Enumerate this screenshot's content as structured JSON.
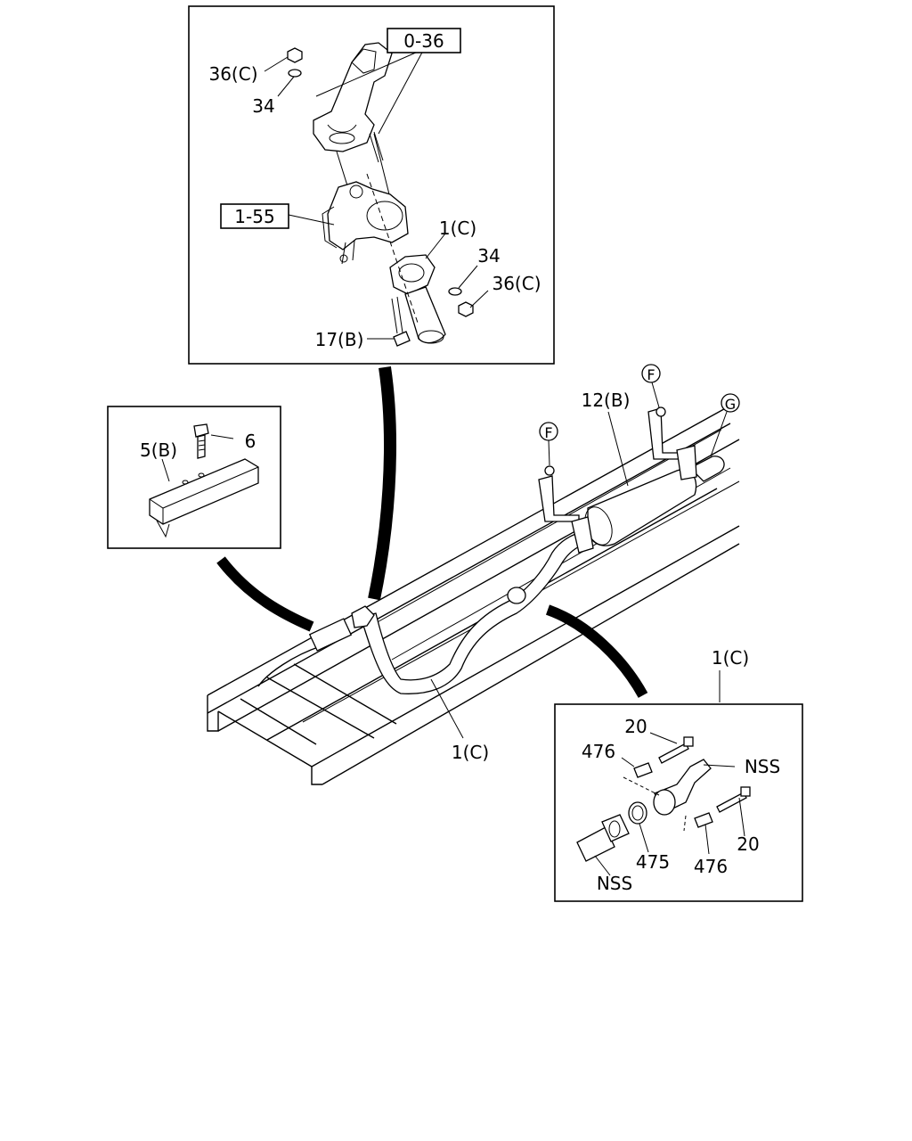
{
  "callouts": {
    "ref_0_36": "0-36",
    "ref_1_55": "1-55",
    "nut_36c_top": "36(C)",
    "washer_34_top": "34",
    "flange_1c_top": "1(C)",
    "washer_34_bottom": "34",
    "nut_36c_bottom": "36(C)",
    "bolt_17b": "17(B)",
    "heat_shield_5b": "5(B)",
    "bolt_6": "6",
    "muffler_12b": "12(B)",
    "marker_f_left": "F",
    "marker_f_right": "F",
    "marker_g": "G",
    "pipe_1c_main": "1(C)",
    "pipe_1c_detail": "1(C)",
    "bolt_20_top": "20",
    "spring_476_top": "476",
    "nss_right": "NSS",
    "bolt_20_bottom": "20",
    "spring_476_bottom": "476",
    "gasket_475": "475",
    "nss_left": "NSS"
  }
}
